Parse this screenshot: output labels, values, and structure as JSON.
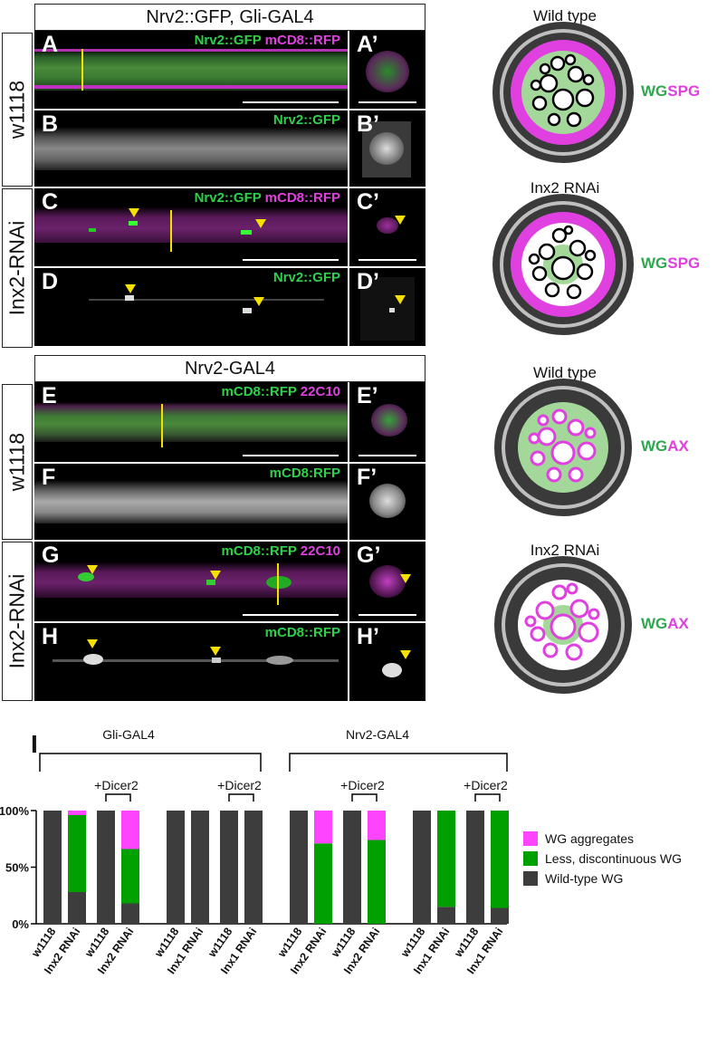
{
  "headers": {
    "top": "Nrv2::GFP, Gli-GAL4",
    "bottom": "Nrv2-GAL4"
  },
  "side_labels": [
    "w1118",
    "Inx2-RNAi",
    "w1118",
    "Inx2-RNAi"
  ],
  "panels": [
    {
      "label": "A",
      "channels": [
        "Nrv2::GFP",
        "mCD8::RFP"
      ]
    },
    {
      "label": "A’"
    },
    {
      "label": "B",
      "channels": [
        "Nrv2::GFP"
      ]
    },
    {
      "label": "B’"
    },
    {
      "label": "C",
      "channels": [
        "Nrv2::GFP",
        "mCD8::RFP"
      ]
    },
    {
      "label": "C’"
    },
    {
      "label": "D",
      "channels": [
        "Nrv2::GFP"
      ]
    },
    {
      "label": "D’"
    },
    {
      "label": "E",
      "channels": [
        "mCD8::RFP",
        "22C10"
      ]
    },
    {
      "label": "E’"
    },
    {
      "label": "F",
      "channels": [
        "mCD8:RFP"
      ]
    },
    {
      "label": "F’"
    },
    {
      "label": "G",
      "channels": [
        "mCD8::RFP",
        "22C10"
      ]
    },
    {
      "label": "G’"
    },
    {
      "label": "H",
      "channels": [
        "mCD8::RFP"
      ]
    },
    {
      "label": "H’"
    }
  ],
  "diagrams": [
    {
      "title": "Wild type",
      "wg": "WG",
      "other": "SPG"
    },
    {
      "title": "Inx2 RNAi",
      "wg": "WG",
      "other": "SPG"
    },
    {
      "title": "Wild type",
      "wg": "WG",
      "other": "AX"
    },
    {
      "title": "Inx2 RNAi",
      "wg": "WG",
      "other": "AX"
    }
  ],
  "colors": {
    "green": "#2fa84f",
    "magenta": "#e040e0",
    "dark": "#3d3d3d",
    "bright_green": "#00a000",
    "bar_magenta": "#ff44ff"
  },
  "chart_label": "I",
  "chart_data": {
    "type": "bar",
    "stacked": true,
    "groups": [
      {
        "name": "Gli-GAL4",
        "bracket_label": "+Dicer2"
      },
      {
        "name": "Nrv2-GAL4",
        "bracket_label": "+Dicer2"
      }
    ],
    "categories": [
      "w1118",
      "Inx2 RNAi",
      "w1118",
      "Inx2 RNAi",
      "w1118",
      "Inx1 RNAi",
      "w1118",
      "Inx1 RNAi",
      "w1118",
      "Inx2 RNAi",
      "w1118",
      "Inx2 RNAi",
      "w1118",
      "Inx1 RNAi",
      "w1118",
      "Inx1 RNAi"
    ],
    "series": [
      {
        "name": "Wild-type WG",
        "color": "#3d3d3d",
        "values": [
          100,
          28,
          100,
          18,
          100,
          100,
          100,
          100,
          100,
          0,
          100,
          0,
          100,
          15,
          100,
          14
        ]
      },
      {
        "name": "Less, discontinuous WG",
        "color": "#00a000",
        "values": [
          0,
          68,
          0,
          48,
          0,
          0,
          0,
          0,
          0,
          71,
          0,
          74,
          0,
          85,
          0,
          86
        ]
      },
      {
        "name": "WG aggregates",
        "color": "#ff44ff",
        "values": [
          0,
          4,
          0,
          34,
          0,
          0,
          0,
          0,
          0,
          29,
          0,
          26,
          0,
          0,
          0,
          0
        ]
      }
    ],
    "legend_order": [
      "WG aggregates",
      "Less, discontinuous WG",
      "Wild-type WG"
    ],
    "yticks": [
      "0%",
      "50%",
      "100%"
    ],
    "ylim": [
      0,
      100
    ]
  }
}
